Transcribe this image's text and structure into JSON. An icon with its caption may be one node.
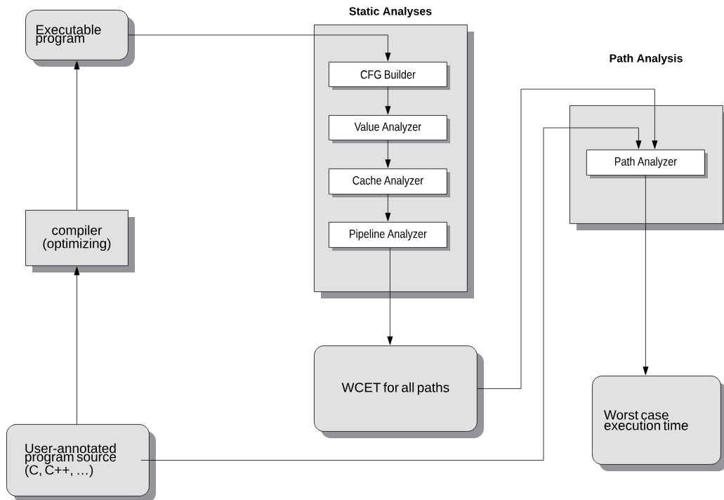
{
  "diagram": {
    "nodes": [
      {
        "text": [
          "Static Analyses"
        ]
      },
      {
        "text": [
          "CFG Builder"
        ],
        "in": 0
      },
      {
        "text": [
          "Value Analyzer"
        ],
        "in": 0
      },
      {
        "text": [
          "Cache Analyzer"
        ],
        "in": 0
      },
      {
        "text": [
          "Pipeline Analyzer"
        ],
        "in": 0
      },
      {
        "text": [
          "Path Analysis"
        ]
      },
      {
        "text": [
          "Path Analyzer"
        ],
        "in": 5
      },
      {
        "text": [
          "Executable program"
        ]
      },
      {
        "text": [
          "compiler (optimizing)"
        ]
      },
      {
        "text": [
          "User-annotated program source (C, C++, …)"
        ]
      },
      {
        "text": [
          "WCET for all paths"
        ]
      },
      {
        "text": [
          "Worst case execution time"
        ]
      }
    ],
    "edges": [
      {
        "from": 7,
        "to": 1,
        "arrow": "to"
      },
      {
        "from": 1,
        "to": 2,
        "arrow": "to"
      },
      {
        "from": 2,
        "to": 3,
        "arrow": "to"
      },
      {
        "from": 3,
        "to": 4,
        "arrow": "to"
      },
      {
        "from": 4,
        "to": 10,
        "arrow": "to"
      },
      {
        "from": 8,
        "to": 7,
        "arrow": "to"
      },
      {
        "from": 9,
        "to": 8,
        "arrow": "to"
      },
      {
        "from": 10,
        "to": 6,
        "arrow": "to"
      },
      {
        "from": 9,
        "to": 6,
        "arrow": "to"
      },
      {
        "from": 6,
        "to": 11,
        "arrow": "to"
      }
    ]
  }
}
